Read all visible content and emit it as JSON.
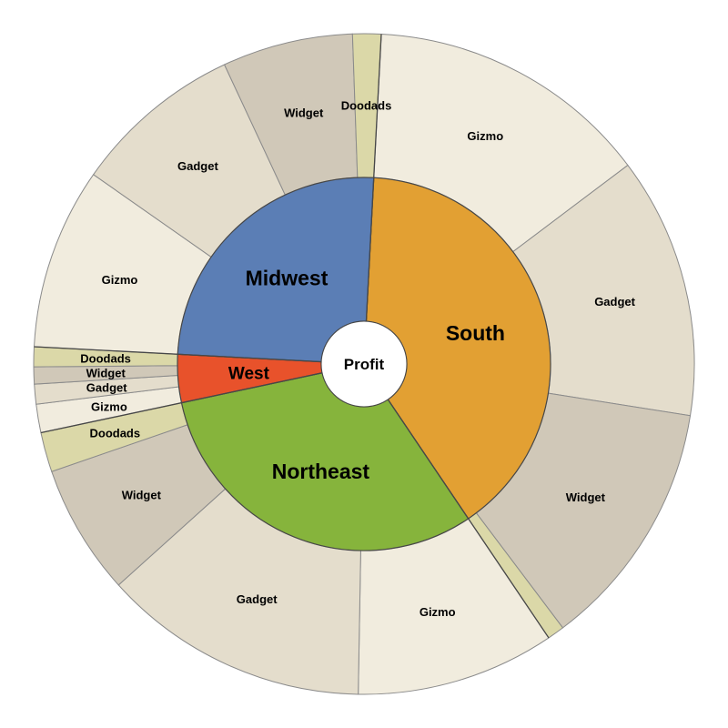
{
  "page": {
    "background": "#ffffff"
  },
  "chart_data": {
    "type": "pie",
    "subtype": "sunburst",
    "title": "",
    "center_label": "Profit",
    "hierarchy": [
      "Region",
      "Product"
    ],
    "direction": "clockwise",
    "start_angle_deg": 3,
    "legend": "none",
    "regions": [
      {
        "label": "South",
        "color": "#E2A033",
        "angle_deg": 143,
        "share_pct": 39.7,
        "products": [
          {
            "label": "Gizmo",
            "angle_deg": 50,
            "label_visible": true
          },
          {
            "label": "Gadget",
            "angle_deg": 46,
            "label_visible": true
          },
          {
            "label": "Widget",
            "angle_deg": 44,
            "label_visible": true
          },
          {
            "label": "Doodads",
            "angle_deg": 3,
            "label_visible": false
          }
        ]
      },
      {
        "label": "Northeast",
        "color": "#86B43C",
        "angle_deg": 112,
        "share_pct": 31.1,
        "products": [
          {
            "label": "Gizmo",
            "angle_deg": 35,
            "label_visible": true
          },
          {
            "label": "Gadget",
            "angle_deg": 47,
            "label_visible": true
          },
          {
            "label": "Widget",
            "angle_deg": 23,
            "label_visible": true
          },
          {
            "label": "Doodads",
            "angle_deg": 7,
            "label_visible": true
          }
        ]
      },
      {
        "label": "West",
        "color": "#E8522B",
        "angle_deg": 15,
        "share_pct": 4.2,
        "products": [
          {
            "label": "Gizmo",
            "angle_deg": 5,
            "label_visible": true
          },
          {
            "label": "Gadget",
            "angle_deg": 3.5,
            "label_visible": true
          },
          {
            "label": "Widget",
            "angle_deg": 3,
            "label_visible": true
          },
          {
            "label": "Doodads",
            "angle_deg": 3.5,
            "label_visible": true
          }
        ]
      },
      {
        "label": "Midwest",
        "color": "#5B7EB5",
        "angle_deg": 90,
        "share_pct": 25.0,
        "products": [
          {
            "label": "Gizmo",
            "angle_deg": 32,
            "label_visible": true
          },
          {
            "label": "Gadget",
            "angle_deg": 30,
            "label_visible": true
          },
          {
            "label": "Widget",
            "angle_deg": 23,
            "label_visible": true
          },
          {
            "label": "Doodads",
            "angle_deg": 5,
            "label_visible": true
          }
        ]
      }
    ],
    "product_colors": {
      "Gizmo": "#F1ECDE",
      "Gadget": "#E4DDCC",
      "Widget": "#D0C8B8",
      "Doodads": "#DBD8A8"
    },
    "stroke_colors": {
      "outer_ring": "#8B8B8B",
      "inner_ring": "#474747",
      "region_boundary": "#474747"
    }
  }
}
